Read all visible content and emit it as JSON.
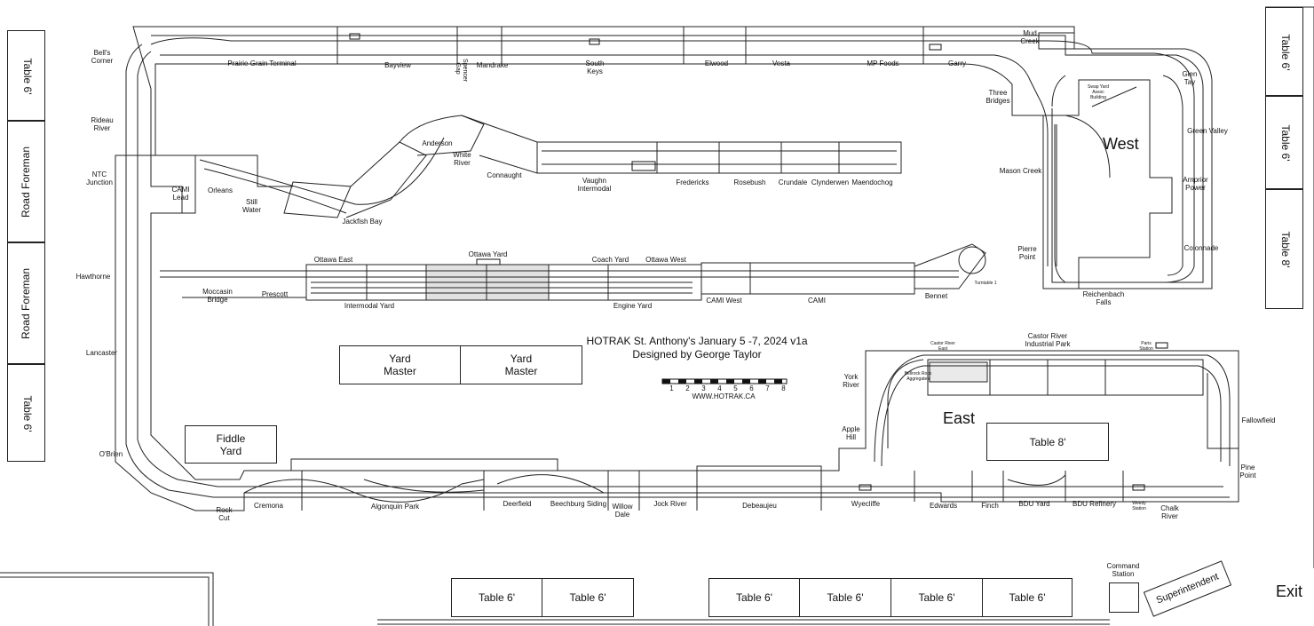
{
  "title": {
    "line1": "HOTRAK St. Anthony's January 5 -7, 2024 v1a",
    "line2": "Designed by George Taylor",
    "website": "WWW.HOTRAK.CA",
    "scale_ticks": [
      "1",
      "2",
      "3",
      "4",
      "5",
      "6",
      "7",
      "8"
    ]
  },
  "regions": {
    "west": "West",
    "east": "East"
  },
  "top_stations": {
    "bells_corner": "Bell's\nCorner",
    "prairie_grain_terminal": "Prairie Grain Terminal",
    "bayview": "Bayview",
    "spencer_gap": "Spencer\nGap",
    "mandrake": "Mandrake",
    "south_keys": "South\nKeys",
    "elwood": "Elwood",
    "vesta": "Vesta",
    "mp_foods": "MP Foods",
    "garry": "Garry",
    "mud_creek": "Mud\nCreek",
    "three_bridges": "Three\nBridges",
    "glen_tay": "Glen\nTay",
    "green_valley": "Green Valley",
    "arnprior_power": "Arnprior\nPower",
    "mason_creek": "Mason Creek",
    "colonnade": "Colonnade",
    "pierre_point": "Pierre\nPoint",
    "reichenbach_falls": "Reichenbach\nFalls",
    "swap_yard": "Swap Yard\nAssoc\nBuilding"
  },
  "left_stations": {
    "rideau_river": "Rideau\nRiver",
    "ntc_junction": "NTC\nJunction",
    "hawthorne": "Hawthorne",
    "lancaster": "Lancaster",
    "obrien": "O'Brien",
    "cami_lead": "CAMI\nLead",
    "orleans": "Orleans",
    "still_water": "Still\nWater",
    "jackfish_bay": "Jackfish Bay",
    "anderson": "Anderson",
    "white_river": "White\nRiver",
    "connaught": "Connaught",
    "vaughn_intermodal": "Vaughn\nIntermodal",
    "fredericks": "Fredericks",
    "rosebush": "Rosebush",
    "crundale": "Crundale",
    "clynderwen": "Clynderwen",
    "maendochog": "Maendochog"
  },
  "middle_stations": {
    "moccasin_bridge": "Moccasin\nBridge",
    "prescott": "Prescott",
    "ottawa_east": "Ottawa East",
    "ottawa_yard": "Ottawa Yard",
    "coach_yard": "Coach Yard",
    "ottawa_west": "Ottawa West",
    "intermodal_yard": "Intermodal Yard",
    "engine_yard": "Engine Yard",
    "cami_west": "CAMI West",
    "cami": "CAMI",
    "bennet": "Bennet",
    "turntable_1": "Turntable 1"
  },
  "east_stations": {
    "york_river": "York\nRiver",
    "apple_hill": "Apple\nHill",
    "castor_river_east": "Castor River\nEast",
    "castor_river_industrial_park": "Castor River\nIndustrial Park",
    "paris_station": "Paris\nStation",
    "bellrock_aggregates": "Bellrock Rock\nAggregates",
    "fallowfield": "Fallowfield",
    "pine_point": "Pine\nPoint",
    "chalk_river": "Chalk\nRiver",
    "weedy_station": "Weedy\nStation"
  },
  "bottom_stations": {
    "rock_cut": "Rock\nCut",
    "cremona": "Cremona",
    "algonquin_park": "Algonquin Park",
    "deerfield": "Deerfield",
    "beechburg_siding": "Beechburg Siding",
    "willow_dale": "Willow\nDale",
    "jock_river": "Jock River",
    "debeaujeu": "Debeaujeu",
    "wyecliffe": "Wyecliffe",
    "edwards": "Edwards",
    "finch": "Finch",
    "bdu_yard": "BDU Yard",
    "bdu_refinery": "BDU Refinery"
  },
  "tables": {
    "left_top": "Table 6'",
    "left_rf1": "Road Foreman",
    "left_rf2": "Road Foreman",
    "left_bottom": "Table 6'",
    "right_top": "Table 6'",
    "right_mid": "Table 6'",
    "right_bottom": "Table 8'",
    "yard_master_1": "Yard\nMaster",
    "yard_master_2": "Yard\nMaster",
    "fiddle_yard": "Fiddle\nYard",
    "east_table": "Table 8'",
    "bottom_1": "Table 6'",
    "bottom_2": "Table 6'",
    "bottom_3": "Table 6'",
    "bottom_4": "Table 6'",
    "bottom_5": "Table 6'",
    "bottom_6": "Table 6'",
    "command_station": "Command\nStation",
    "superintendent": "Superintendent",
    "exit": "Exit"
  }
}
